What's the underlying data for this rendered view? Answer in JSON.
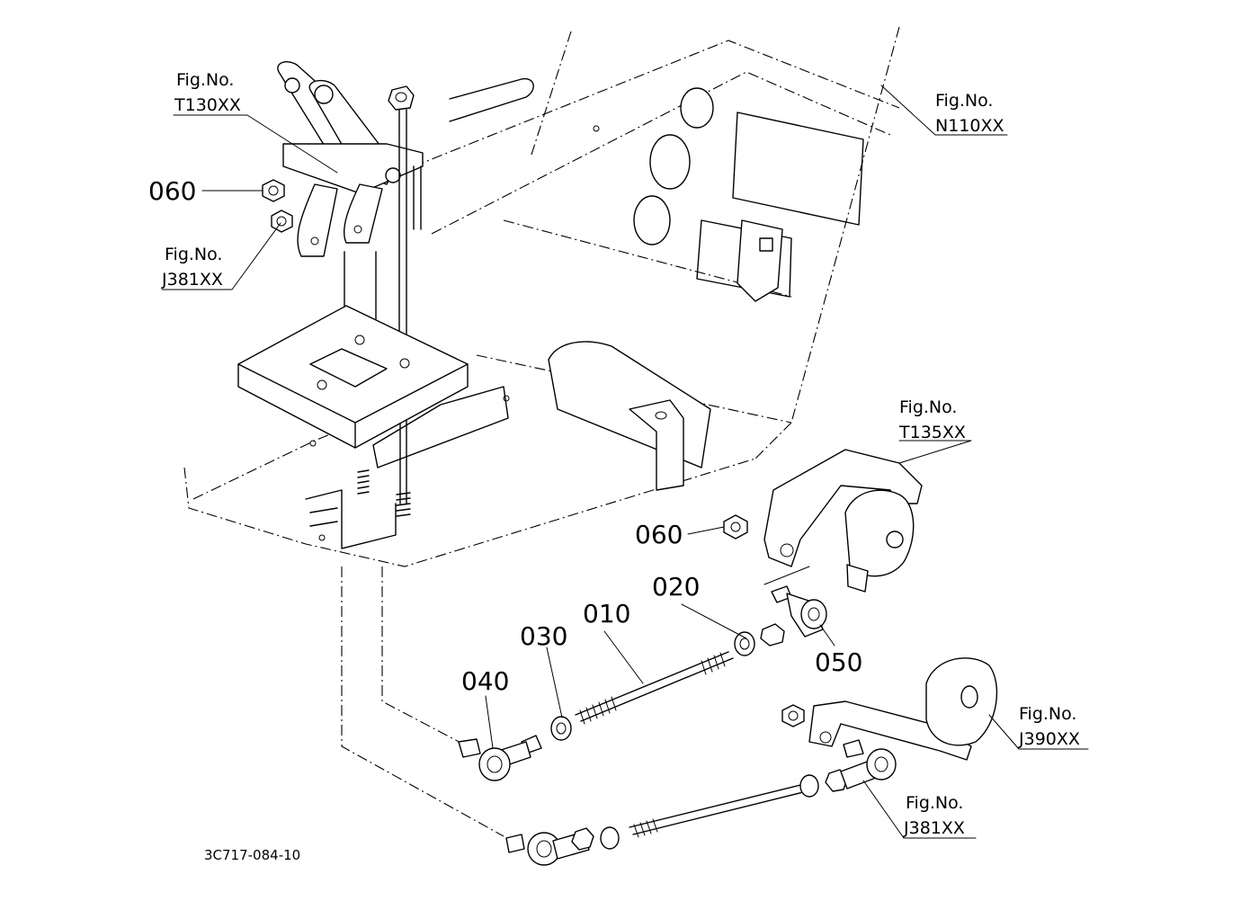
{
  "callouts": {
    "fig_t130": {
      "line1": "Fig.No.",
      "line2": "T130XX"
    },
    "fig_j381_top": {
      "line1": "Fig.No.",
      "line2": "J381XX"
    },
    "fig_n110": {
      "line1": "Fig.No.",
      "line2": "N110XX"
    },
    "fig_t135": {
      "line1": "Fig.No.",
      "line2": "T135XX"
    },
    "fig_j390": {
      "line1": "Fig.No.",
      "line2": "J390XX"
    },
    "fig_j381_bottom": {
      "line1": "Fig.No.",
      "line2": "J381XX"
    }
  },
  "parts": {
    "p060_top": "060",
    "p060_mid": "060",
    "p020": "020",
    "p010": "010",
    "p030": "030",
    "p040": "040",
    "p050": "050"
  },
  "drawing_code": "3C717-084-10"
}
